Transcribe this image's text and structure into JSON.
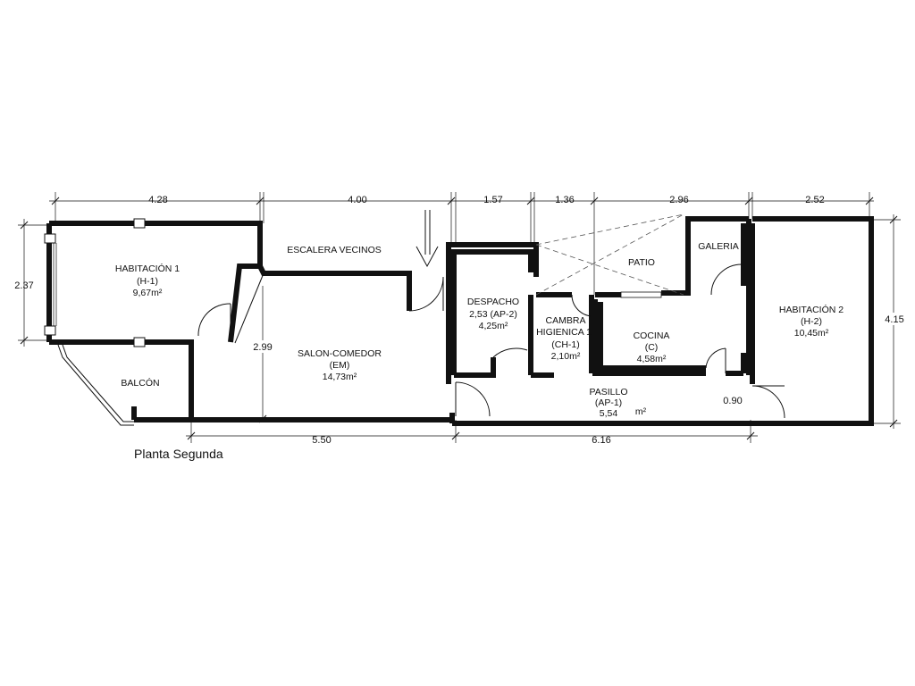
{
  "caption": "Planta Segunda",
  "rooms": {
    "habitacion1": {
      "name": "HABITACIÓN 1",
      "code": "(H-1)",
      "area": "9,67m²"
    },
    "escalera": {
      "name": "ESCALERA VECINOS"
    },
    "balcon": {
      "name": "BALCÓN"
    },
    "salon": {
      "name": "SALON-COMEDOR",
      "code": "(EM)",
      "area": "14,73m²"
    },
    "despacho": {
      "name": "DESPACHO",
      "code": "2,53 (AP-2)",
      "area": "4,25m²"
    },
    "cambra": {
      "name": "CAMBRA",
      "name2": "HIGIENICA 1",
      "code": "(CH-1)",
      "area": "2,10m²"
    },
    "patio": {
      "name": "PATIO"
    },
    "galeria": {
      "name": "GALERIA"
    },
    "cocina": {
      "name": "COCINA",
      "code": "(C)",
      "area": "4,58m²"
    },
    "pasillo": {
      "name": "PASILLO",
      "code": "(AP-1)",
      "area": "5,54",
      "unit": "m²"
    },
    "habitacion2": {
      "name": "HABITACIÓN 2",
      "code": "(H-2)",
      "area": "10,45m²"
    }
  },
  "dimensions": {
    "top": [
      "4.28",
      "4.00",
      "1.57",
      "1.36",
      "2.96",
      "2.52"
    ],
    "bottom": [
      "5.50",
      "6.16"
    ],
    "left": "2.37",
    "right": "4.15",
    "salon_height": "2.99",
    "door_width": "0.90"
  }
}
